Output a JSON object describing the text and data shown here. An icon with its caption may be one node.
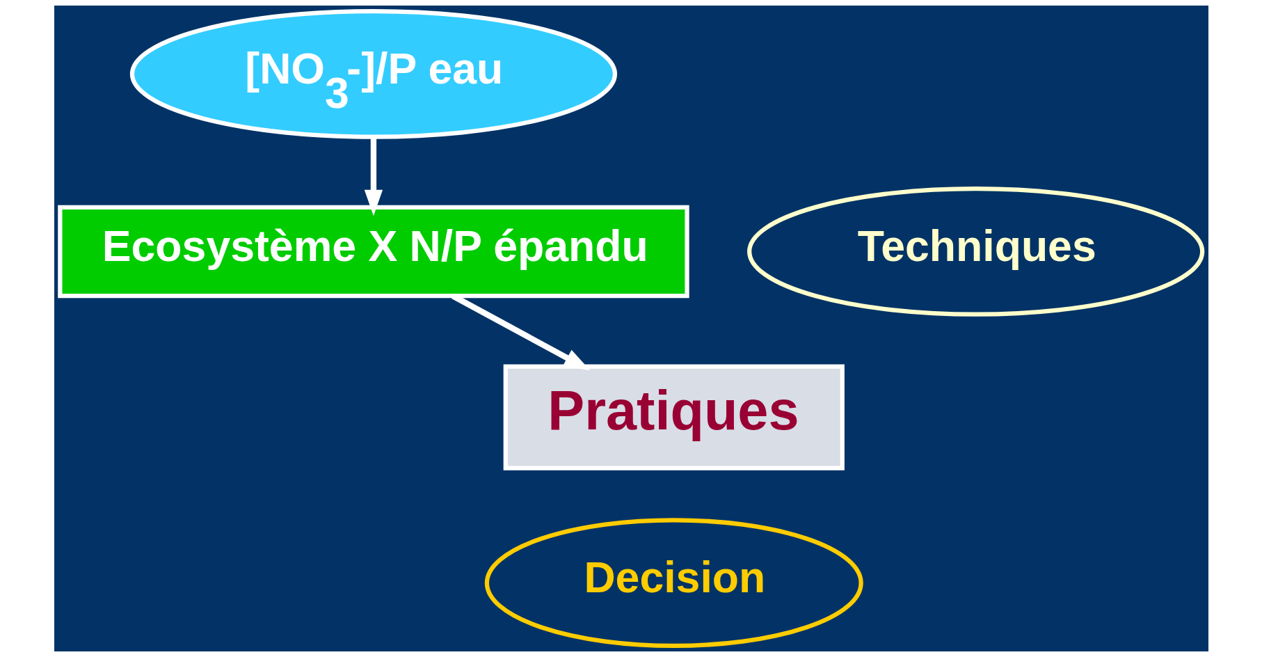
{
  "diagram": {
    "nodes": [
      {
        "text": [
          "[NO$_{3}$-]/P eau"
        ]
      },
      {
        "text": [
          "Ecosystème X N/P épandu"
        ]
      },
      {
        "text": [
          "Techniques"
        ]
      },
      {
        "text": [
          "Pratiques"
        ]
      },
      {
        "text": [
          "Decision"
        ]
      }
    ],
    "edges": [
      {
        "from": 0,
        "to": 1,
        "arrow": "to"
      },
      {
        "from": 1,
        "to": 3,
        "arrow": "to"
      }
    ]
  }
}
